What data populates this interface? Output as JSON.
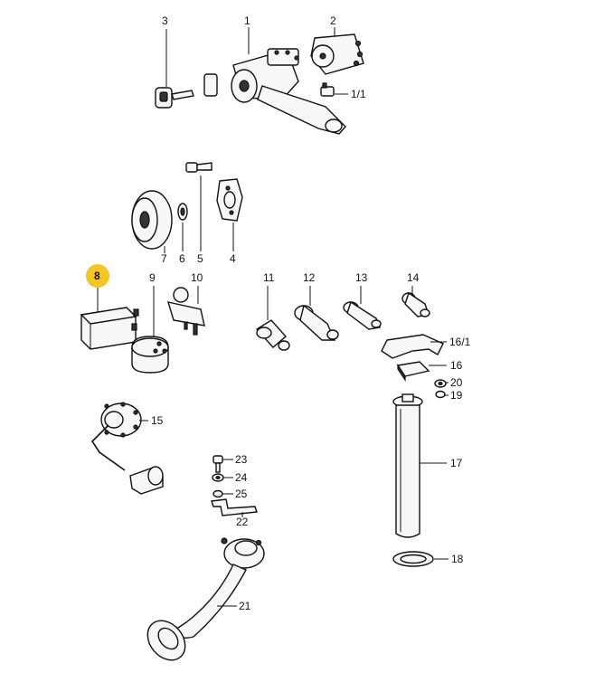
{
  "diagram": {
    "highlight_color": "#f3c623",
    "highlighted_label": "8",
    "labels": {
      "p1": "1",
      "p1_1": "1/1",
      "p2": "2",
      "p3": "3",
      "p4": "4",
      "p5": "5",
      "p6": "6",
      "p7": "7",
      "p8": "8",
      "p9": "9",
      "p10": "10",
      "p11": "11",
      "p12": "12",
      "p13": "13",
      "p14": "14",
      "p15": "15",
      "p16": "16",
      "p16_1": "16/1",
      "p17": "17",
      "p18": "18",
      "p19": "19",
      "p20": "20",
      "p21": "21",
      "p22": "22",
      "p23": "23",
      "p24": "24",
      "p25": "25"
    }
  }
}
